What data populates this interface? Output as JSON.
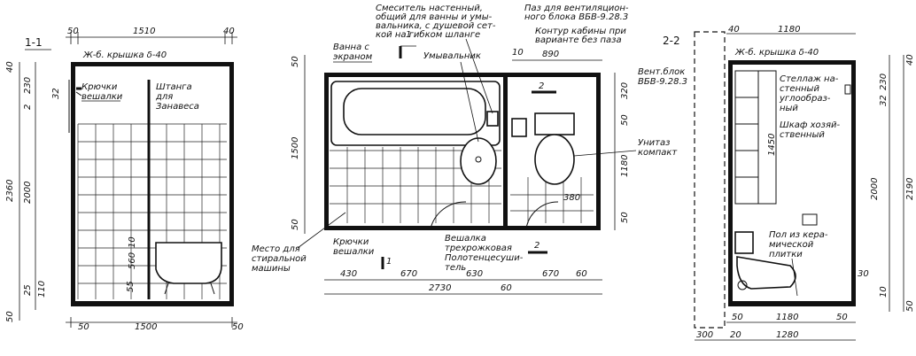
{
  "left_section": {
    "title": "1-1",
    "slab": "Ж-б. крышка δ-40",
    "hooks": [
      "Крючки",
      "вешалки"
    ],
    "rod": [
      "Штанга",
      "для",
      "Занавеса"
    ],
    "dims": {
      "top": [
        "50",
        "1510",
        "40"
      ],
      "bottom": [
        "50",
        "1500",
        "50"
      ],
      "left_outer": [
        "40",
        "2360",
        "50"
      ],
      "left_inner": [
        "230",
        "2",
        "2000",
        "25",
        "110"
      ],
      "right_side": [
        "32",
        "10",
        "560",
        "55"
      ]
    }
  },
  "plan": {
    "notes": {
      "bath": [
        "Ванна с",
        "экраном"
      ],
      "mixer": [
        "Смеситель настенный,",
        "общий для ванны и умы-",
        "вальника, с душевой сет-",
        "кой на гибком шланге"
      ],
      "washbasin": "Умывальник",
      "vent_groove": [
        "Паз для вентиляцион-",
        "ного блока ВБВ-9.28.3"
      ],
      "cabin_contour": [
        "Контур кабины при",
        "варианте без паза"
      ],
      "vent_block": [
        "Вент.блок",
        "ВБВ-9.28.3"
      ],
      "toilet": [
        "Унитаз",
        "компакт"
      ],
      "washer_place": [
        "Место для",
        "стиральной",
        "машины"
      ],
      "hooks": [
        "Крючки",
        "вешалки"
      ],
      "towel_rail": [
        "Вешалка",
        "трехрожковая",
        "Полотенцесуши-",
        "тель"
      ]
    },
    "cuts": {
      "c1": "1",
      "c2": "2"
    },
    "section_title": "2-2",
    "dims": {
      "top": [
        "10",
        "890"
      ],
      "left": [
        "50",
        "1500",
        "50"
      ],
      "right": [
        "320",
        "50",
        "1180",
        "50"
      ],
      "bottom": [
        "430",
        "670",
        "630",
        "670",
        "60"
      ],
      "bottom_total": "2730",
      "bottom_extra": "60",
      "toilet_offset": "380"
    }
  },
  "right_section": {
    "title": "2-2",
    "slab": "Ж-б. крышка δ-40",
    "shelving": [
      "Стеллаж на-",
      "стенный",
      "углообраз-",
      "ный"
    ],
    "cabinet": [
      "Шкаф хозяй-",
      "ственный"
    ],
    "floor": [
      "Пол из кера-",
      "мической",
      "плитки"
    ],
    "dims": {
      "top": [
        "40",
        "1180"
      ],
      "bottom": [
        "50",
        "1180",
        "50"
      ],
      "bottom_outer": [
        "300",
        "20",
        "1280"
      ],
      "height": "2000",
      "right_outer": [
        "40",
        "2190",
        "50"
      ],
      "right_inner": [
        "230",
        "32",
        "30",
        "10"
      ],
      "cabinet_h": "1450"
    }
  }
}
